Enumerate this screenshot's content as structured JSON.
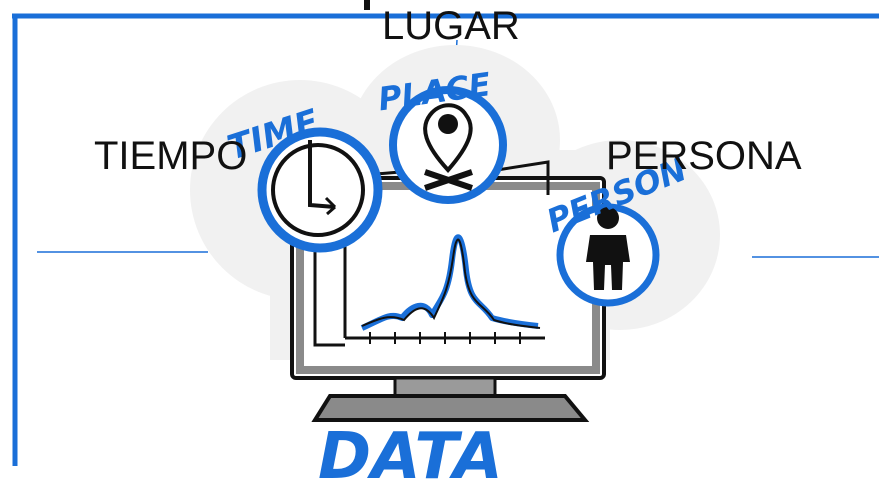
{
  "labels": {
    "lugar": "LUGAR",
    "tiempo": "TIEMPO",
    "persona": "PERSONA"
  },
  "sketch": {
    "time": "TIME",
    "place": "PLACE",
    "person": "PERSON",
    "data": "DATA"
  },
  "colors": {
    "accent": "#1a6fd8",
    "ink": "#111111",
    "gray": "#8a8a8a"
  }
}
